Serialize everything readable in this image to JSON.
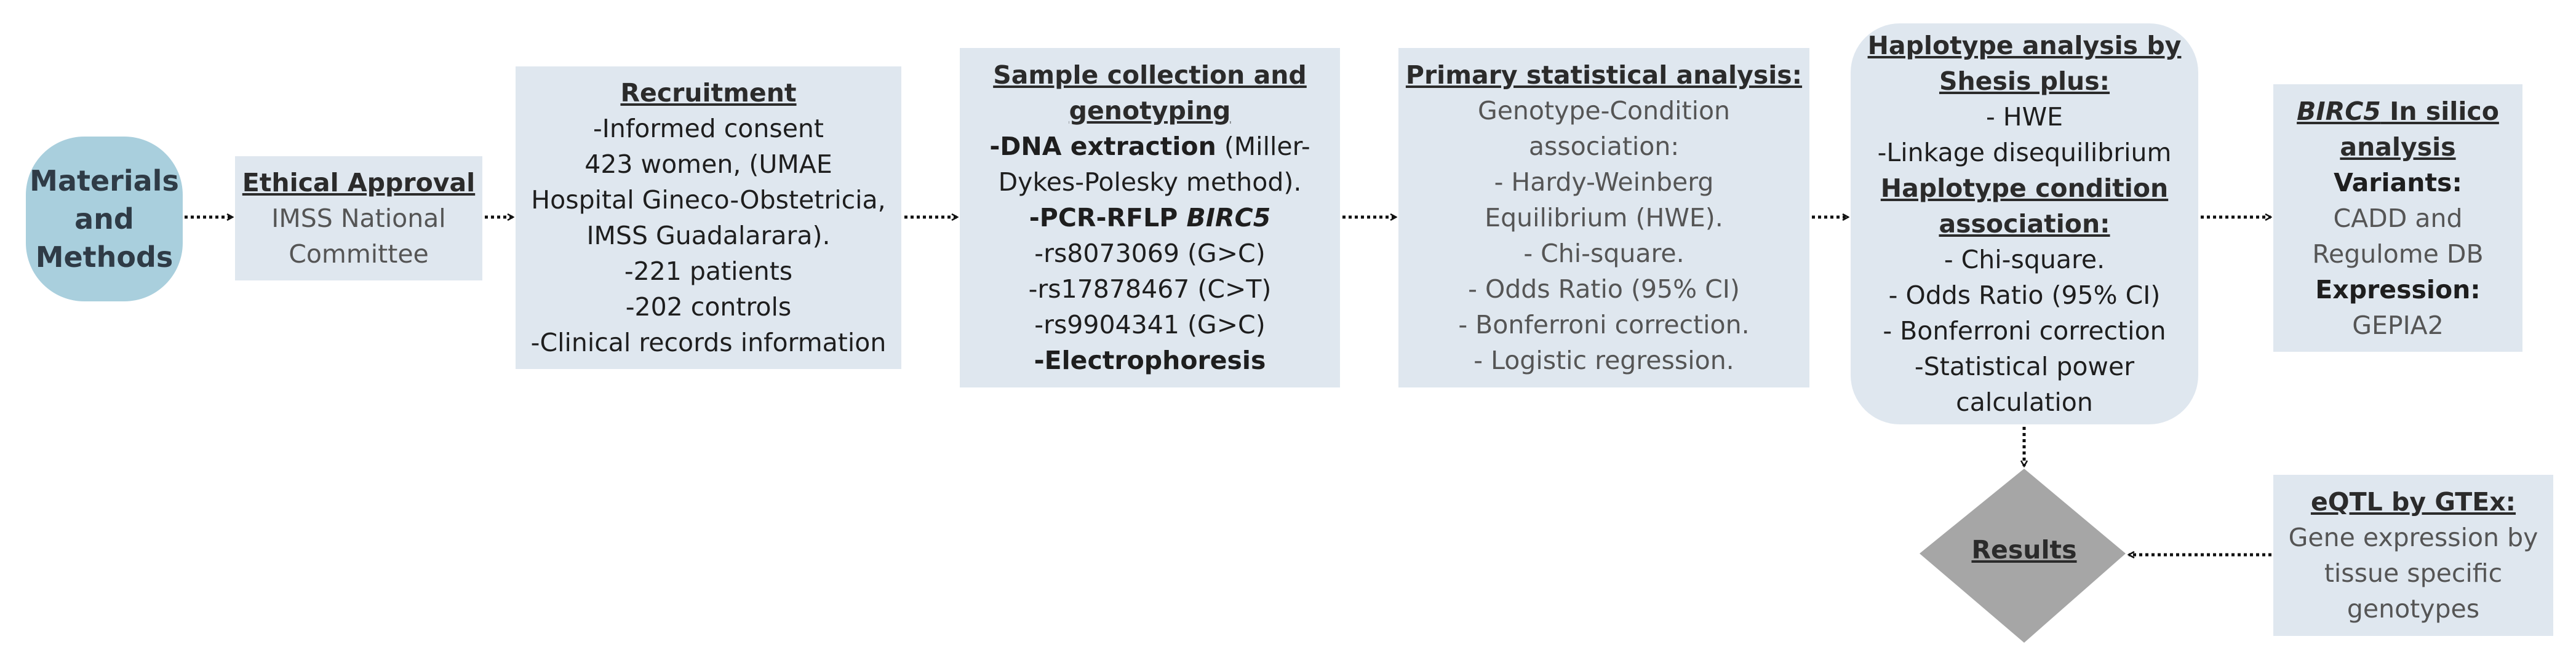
{
  "start": {
    "lines": [
      "Materials",
      "and",
      "Methods"
    ]
  },
  "ethical": {
    "title": "Ethical Approval",
    "lines": [
      "IMSS National",
      "Committee"
    ]
  },
  "recruitment": {
    "title": "Recruitment",
    "lines": [
      "-Informed consent",
      "423 women, (UMAE",
      "Hospital Gineco-Obstetricia,",
      "IMSS Guadalarara).",
      "-221 patients",
      "-202 controls",
      "-Clinical records information"
    ]
  },
  "sample": {
    "title_1": "Sample collection and",
    "title_2": "genotyping",
    "dna_bold": "-DNA extraction",
    "dna_rest": " (Miller-",
    "dna_line2": "Dykes-Polesky method).",
    "pcr_bold": "-PCR-RFLP ",
    "pcr_gene": "BIRC5",
    "snps": [
      "-rs8073069 (G>C)",
      "-rs17878467 (C>T)",
      "-rs9904341 (G>C)"
    ],
    "electro": "-Electrophoresis"
  },
  "primary": {
    "title": "Primary statistical analysis:",
    "lines": [
      "Genotype-Condition",
      "association:",
      "- Hardy-Weinberg",
      "Equilibrium (HWE).",
      "- Chi-square.",
      "- Odds Ratio (95% CI)",
      "- Bonferroni correction.",
      "- Logistic regression."
    ]
  },
  "haplotype": {
    "title_1": "Haplotype analysis by",
    "title_2": "Shesis plus:",
    "lines_a": [
      "- HWE",
      "-Linkage disequilibrium"
    ],
    "subtitle_1": "Haplotype condition",
    "subtitle_2": "association:",
    "lines_b": [
      "- Chi-square.",
      "- Odds Ratio (95% CI)",
      "- Bonferroni correction",
      "-Statistical power",
      "calculation"
    ]
  },
  "insilico": {
    "gene": "BIRC5",
    "title_rest": " In silico",
    "title_2": "analysis",
    "variants_label": "Variants:",
    "variants_lines": [
      "CADD and",
      "Regulome DB"
    ],
    "expression_label": "Expression:",
    "expression_value": "GEPIA2"
  },
  "eqtl": {
    "title": "eQTL by GTEx:",
    "lines": [
      "Gene expression by",
      "tissue specific",
      "genotypes"
    ]
  },
  "results": {
    "label": "Results"
  },
  "colors": {
    "box_fill": "#dfe7ef",
    "start_fill": "#a9cfdd",
    "diamond_fill": "#a6a6a6",
    "arrow": "#111111"
  }
}
